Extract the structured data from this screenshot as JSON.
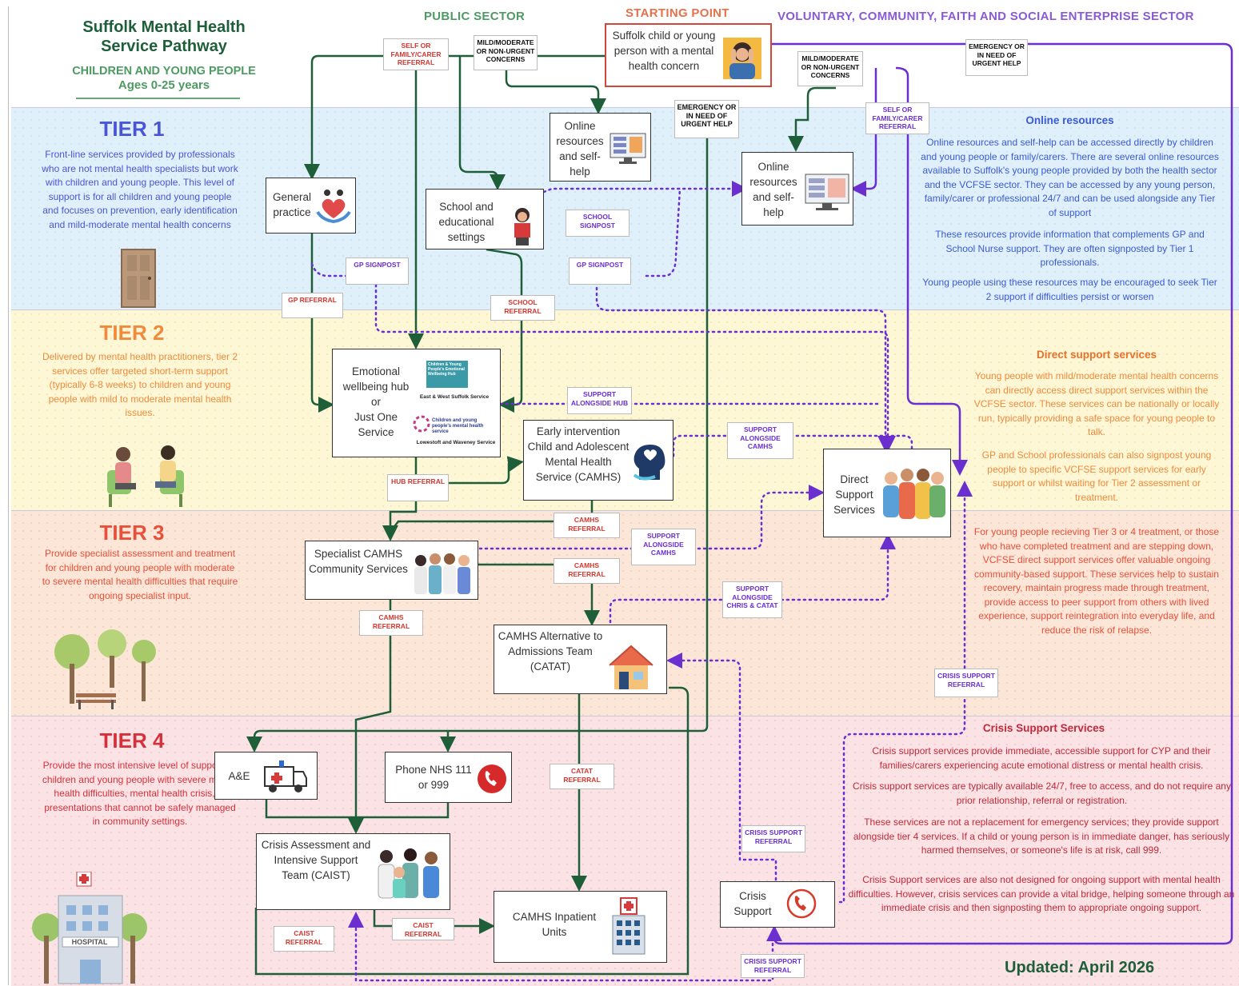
{
  "header": {
    "title_line1": "Suffolk Mental Health",
    "title_line2": "Service Pathway",
    "subtitle_line1": "CHILDREN AND YOUNG PEOPLE",
    "subtitle_line2": "Ages 0-25 years"
  },
  "sectors": {
    "public": "PUBLIC SECTOR",
    "start": "STARTING POINT",
    "voluntary": "VOLUNTARY, COMMUNITY, FAITH AND SOCIAL ENTERPRISE SECTOR"
  },
  "tiers": [
    {
      "title": "TIER 1",
      "color": "#4a55d6",
      "text": "Front-line services provided by professionals who are not mental health specialists but work with children and young people. This level of support is for all children and young people and focuses on prevention, early identification and mild-moderate mental health concerns"
    },
    {
      "title": "TIER 2",
      "color": "#f08a3c",
      "text": "Delivered by mental health practitioners, tier 2 services offer targeted short-term support (typically 6-8 weeks) to children and young people with mild to moderate mental health issues."
    },
    {
      "title": "TIER 3",
      "color": "#e8503a",
      "text": "Provide specialist assessment and treatment for children and young people with moderate to severe mental health difficulties that require ongoing specialist input."
    },
    {
      "title": "TIER 4",
      "color": "#d6313b",
      "text": "Provide the most intensive level of support for children and young people with severe mental health difficulties, mental health crisis, or presentations that cannot be safely managed in community settings."
    }
  ],
  "boxes": {
    "start": "Suffolk child or young person with a mental health concern",
    "online_public": "Online resources and self-help",
    "online_vcfse": "Online resources and self-help",
    "gp": "General practice",
    "school": "School and educational settings",
    "hub_line1": "Emotional wellbeing hub",
    "hub_or": "or",
    "hub_line2": "Just One Service",
    "hub_logo1": "Children & Young People's Emotional Wellbeing Hub",
    "hub_logo1_caption": "East & West Suffolk Service",
    "hub_logo2": "Children and young people's mental health service",
    "hub_logo2_caption": "Lowestoft and Waveney Service",
    "early": "Early intervention Child and Adolescent Mental Health Service (CAMHS)",
    "specialist": "Specialist CAMHS Community Services",
    "catat": "CAMHS Alternative to Admissions Team (CATAT)",
    "direct": "Direct Support Services",
    "ae": "A&E",
    "nhs111": "Phone NHS 111 or 999",
    "caist": "Crisis Assessment and Intensive Support Team (CAIST)",
    "inpatient": "CAMHS Inpatient Units",
    "crisis": "Crisis Support",
    "hospital_sign": "HOSPITAL"
  },
  "tags": {
    "self_referral_left": "SELF OR FAMILY/CARER REFERRAL",
    "mild_left": "MILD/MODERATE OR NON-URGENT CONCERNS",
    "emergency_top": "EMERGENCY OR IN NEED OF URGENT HELP",
    "mild_right": "MILD/MODERATE OR NON-URGENT CONCERNS",
    "emergency_mid": "EMERGENCY OR IN NEED OF URGENT HELP",
    "self_referral_right": "SELF OR FAMILY/CARER REFERRAL",
    "school_signpost": "SCHOOL SIGNPOST",
    "gp_signpost_1": "GP SIGNPOST",
    "gp_signpost_2": "GP SIGNPOST",
    "gp_referral": "GP REFERRAL",
    "school_referral": "SCHOOL REFERRAL",
    "support_hub": "SUPPORT ALONGSIDE HUB",
    "support_camhs_1": "SUPPORT ALONGSIDE CAMHS",
    "hub_referral": "HUB REFERRAL",
    "camhs_referral_1": "CAMHS REFERRAL",
    "support_camhs_2": "SUPPORT ALONGSIDE CAMHS",
    "camhs_referral_2": "CAMHS REFERRAL",
    "support_chris": "SUPPORT ALONGSIDE CHRIS & CATAT",
    "camhs_referral_3": "CAMHS REFERRAL",
    "crisis_ref_1": "CRISIS SUPPORT REFERRAL",
    "catat_referral": "CATAT REFERRAL",
    "crisis_ref_2": "CRISIS SUPPORT REFERRAL",
    "caist_ref_1": "CAIST REFERRAL",
    "caist_ref_2": "CAIST REFERRAL",
    "crisis_ref_3": "CRISIS SUPPORT REFERRAL"
  },
  "right_panel": {
    "online_h": "Online resources",
    "online_p1": "Online resources and self-help can be accessed directly by children and young people or family/carers. There are several online resources available to Suffolk's young people provided by both the health sector and the VCFSE sector. They can be accessed by any young person, family/carer or professional 24/7 and can be used alongside any Tier of support",
    "online_p2": "These resources provide information that complements GP and School Nurse support. They are often signposted by Tier 1 professionals.",
    "online_p3": "Young people using these resources may be encouraged to seek Tier 2 support if difficulties persist or worsen",
    "direct_h": "Direct support services",
    "direct_p1": "Young people with mild/moderate mental health concerns can directly access direct support services within the VCFSE sector. These services can be nationally or locally run, typically providing a safe space for young people to talk.",
    "direct_p2": "GP and School professionals can also signpost young people to specific VCFSE support services for early support or whilst waiting for Tier 2 assessment or treatment.",
    "direct_p3": "For young people recieving Tier 3 or 4 treatment, or those who have completed treatment and are stepping down, VCFSE direct support services offer valuable ongoing community-based support. These services help to sustain recovery, maintain progress made through treatment, provide access to peer support from others with lived experience, support reintegration into everyday life, and reduce the risk of relapse.",
    "crisis_h": "Crisis Support Services",
    "crisis_p1": "Crisis support services provide immediate, accessible support for CYP and their families/carers experiencing acute emotional distress or mental health crisis.",
    "crisis_p2": "Crisis support services are typically available 24/7, free to access, and do not require any prior relationship, referral or registration.",
    "crisis_p3": "These services are not a replacement for emergency services; they provide support alongside tier 4 services. If a child or young person is in immediate danger, has seriously harmed themselves, or someone's life is at risk, call 999.",
    "crisis_p4": "Crisis Support services are also not designed for ongoing support with mental health difficulties. However, crisis services can provide a vital bridge, helping someone through an immediate crisis and then signposting them to appropriate ongoing support."
  },
  "footer": {
    "updated": "Updated: April 2026"
  },
  "colors": {
    "green_line": "#1e5f3a",
    "purple_line": "#6b2fd0",
    "red_box": "#d0463a"
  }
}
